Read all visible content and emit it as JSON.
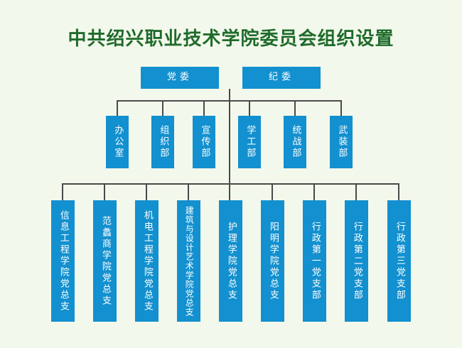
{
  "title": "中共绍兴职业技术学院委员会组织设置",
  "top": [
    {
      "id": "party-committee",
      "label": "党委"
    },
    {
      "id": "discipline-committee",
      "label": "纪委"
    }
  ],
  "departments": [
    {
      "id": "office",
      "label": "办公室"
    },
    {
      "id": "organization",
      "label": "组织部"
    },
    {
      "id": "publicity",
      "label": "宣传部"
    },
    {
      "id": "student-affairs",
      "label": "学工部"
    },
    {
      "id": "united-front",
      "label": "统战部"
    },
    {
      "id": "armed-forces",
      "label": "武装部"
    }
  ],
  "branches": [
    {
      "id": "information-engineering",
      "label": "信息工程学院党总支"
    },
    {
      "id": "fanli-business",
      "label": "范蠡商学院党总支"
    },
    {
      "id": "mechanical-electrical",
      "label": "机电工程学院党总支"
    },
    {
      "id": "architecture-art",
      "label": "建筑与设计艺术学院党总支"
    },
    {
      "id": "nursing",
      "label": "护理学院党总支"
    },
    {
      "id": "yangming",
      "label": "阳明学院党总支"
    },
    {
      "id": "admin-1",
      "label": "行政第一党支部"
    },
    {
      "id": "admin-2",
      "label": "行政第二党支部"
    },
    {
      "id": "admin-3",
      "label": "行政第三党支部"
    }
  ],
  "colors": {
    "box": "#1290cf",
    "title": "#1f6b2b",
    "line": "#4a4a4a",
    "background": "#f3f8ec"
  }
}
